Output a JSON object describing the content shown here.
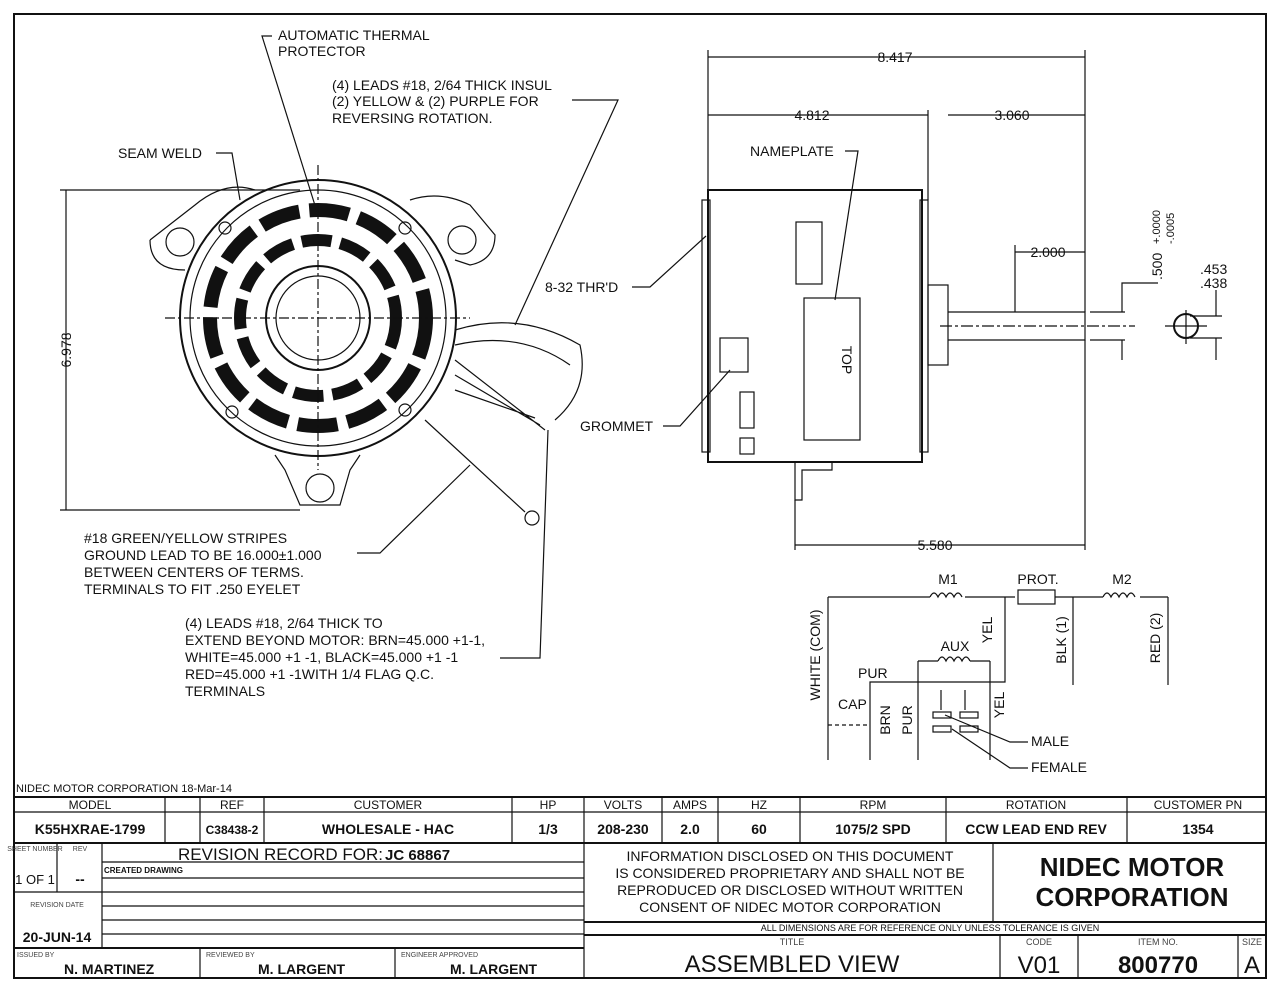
{
  "drawing": {
    "front_view": {
      "thermal_protector": [
        "AUTOMATIC THERMAL",
        "PROTECTOR"
      ],
      "leads_note": [
        "(4) LEADS #18, 2/64 THICK INSUL",
        "(2) YELLOW & (2) PURPLE FOR",
        "REVERSING ROTATION."
      ],
      "seam_weld": "SEAM WELD",
      "height_dim": "6.978",
      "ground_note": [
        "#18 GREEN/YELLOW STRIPES",
        "GROUND LEAD TO BE 16.000±1.000",
        "BETWEEN CENTERS OF TERMS.",
        "TERMINALS TO FIT .250 EYELET"
      ],
      "leads_extend_note": [
        "(4) LEADS #18, 2/64 THICK TO",
        "EXTEND BEYOND MOTOR: BRN=45.000 +1-1,",
        "WHITE=45.000 +1 -1, BLACK=45.000 +1 -1",
        "RED=45.000 +1 -1WITH 1/4 FLAG Q.C.",
        "TERMINALS"
      ]
    },
    "side_view": {
      "overall": "8.417",
      "body": "4.812",
      "shaft_ext": "3.060",
      "flat": "2.000",
      "base": "5.580",
      "shaft_dia": ".500",
      "shaft_tol_plus": "+.0000",
      "shaft_tol_minus": "-.0005",
      "flat_hi": ".453",
      "flat_lo": ".438",
      "nameplate": "NAMEPLATE",
      "thread": "8-32 THR'D",
      "grommet": "GROMMET",
      "top": "TOP"
    },
    "wiring": {
      "m1": "M1",
      "prot": "PROT.",
      "m2": "M2",
      "aux": "AUX",
      "white": "WHITE (COM)",
      "yel": "YEL",
      "blk": "BLK (1)",
      "red": "RED (2)",
      "pur": "PUR",
      "cap": "CAP",
      "brn": "BRN",
      "male": "MALE",
      "female": "FEMALE"
    }
  },
  "title_block": {
    "company_date": "NIDEC MOTOR CORPORATION 18-Mar-14",
    "headers": [
      "MODEL",
      "REF",
      "CUSTOMER",
      "HP",
      "VOLTS",
      "AMPS",
      "HZ",
      "RPM",
      "ROTATION",
      "CUSTOMER PN"
    ],
    "values": [
      "K55HXRAE-1799",
      "C38438-2",
      "WHOLESALE - HAC",
      "1/3",
      "208-230",
      "2.0",
      "60",
      "1075/2 SPD",
      "CCW LEAD END REV",
      "1354"
    ],
    "sheet_number_label": "SHEET NUMBER",
    "sheet_number": "1 OF 1",
    "rev_label": "REV",
    "rev": "--",
    "revision_record_label": "REVISION RECORD FOR:",
    "revision_record_id": "JC 68867",
    "revision_entry": "CREATED DRAWING",
    "revision_date_label": "REVISION DATE",
    "revision_date": "20-JUN-14",
    "issued_by_label": "ISSUED BY",
    "issued_by": "N. MARTINEZ",
    "reviewed_by_label": "REVIEWED BY",
    "reviewed_by": "M. LARGENT",
    "engineer_label": "ENGINEER APPROVED",
    "engineer": "M. LARGENT",
    "disclaimer": [
      "INFORMATION DISCLOSED ON THIS DOCUMENT",
      "IS CONSIDERED PROPRIETARY AND SHALL NOT BE",
      "REPRODUCED OR DISCLOSED WITHOUT WRITTEN",
      "CONSENT OF NIDEC MOTOR CORPORATION"
    ],
    "logo": [
      "NIDEC MOTOR",
      "CORPORATION"
    ],
    "tolerance_note": "ALL DIMENSIONS ARE FOR REFERENCE ONLY UNLESS TOLERANCE IS GIVEN",
    "title_label": "TITLE",
    "title": "ASSEMBLED VIEW",
    "code_label": "CODE",
    "code": "V01",
    "item_label": "ITEM NO.",
    "item": "800770",
    "size_label": "SIZE",
    "size": "A"
  }
}
